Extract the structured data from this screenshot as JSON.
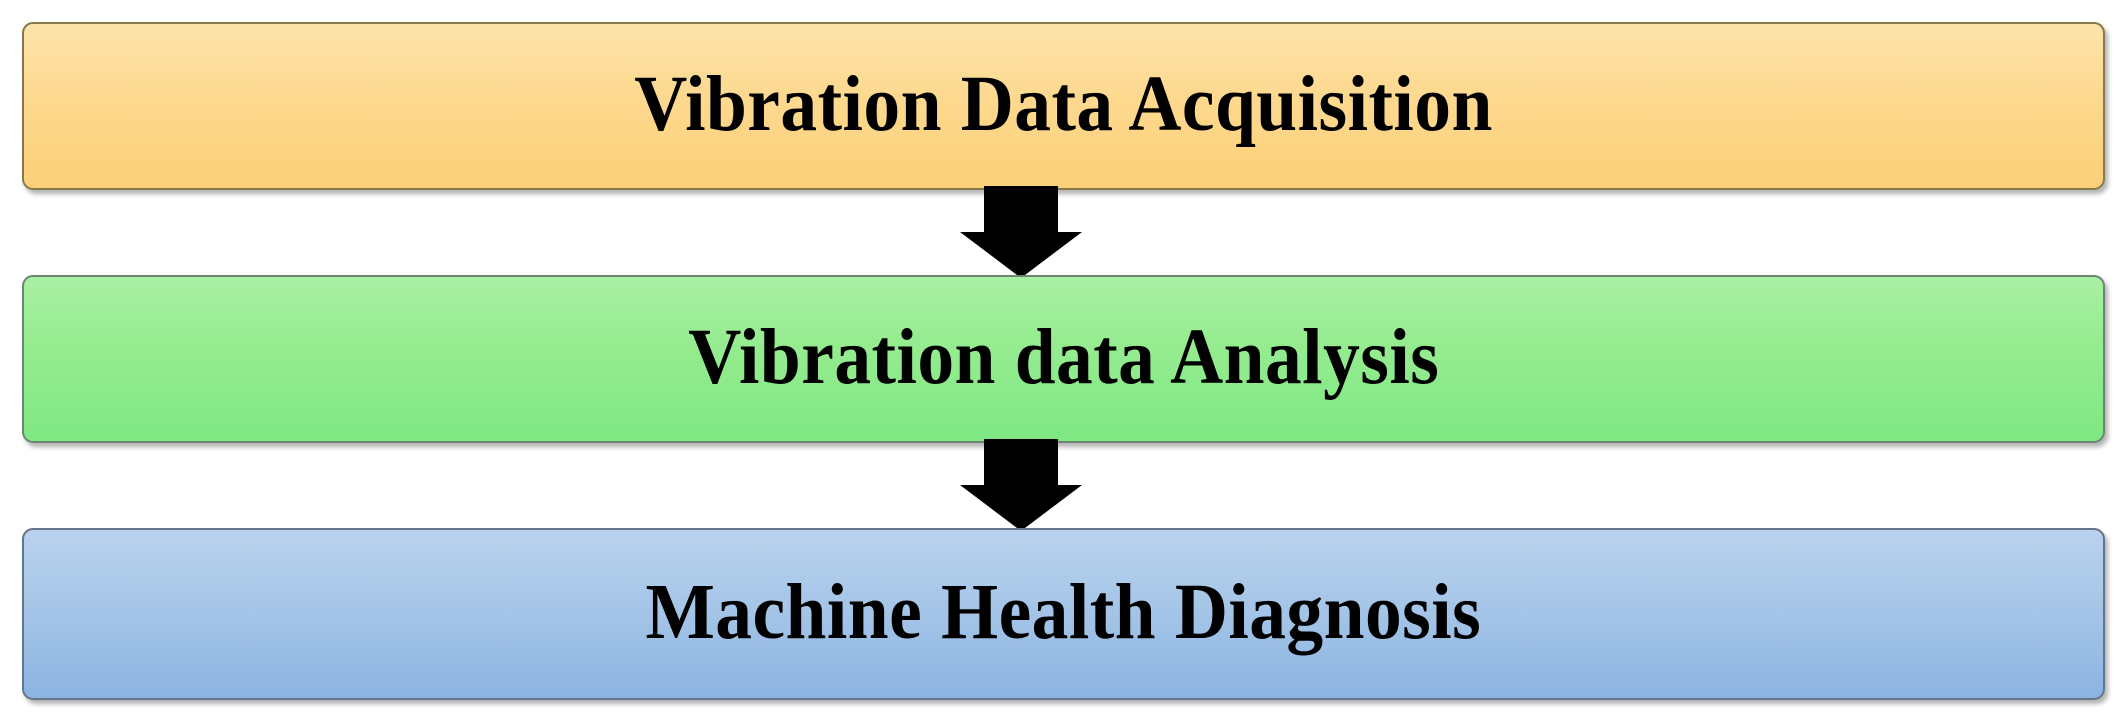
{
  "diagram": {
    "type": "vertical-flowchart",
    "title": "",
    "background_color": "#ffffff",
    "nodes": [
      {
        "id": "acquisition",
        "label": "Vibration Data Acquisition",
        "fill_top": "#fde3ab",
        "fill_bottom": "#fcd078",
        "border_color": "#86794d",
        "order": 1
      },
      {
        "id": "analysis",
        "label": "Vibration data Analysis",
        "fill_top": "#a9f0a4",
        "fill_bottom": "#7ee882",
        "border_color": "#6f8471",
        "order": 2
      },
      {
        "id": "diagnosis",
        "label": "Machine Health Diagnosis",
        "fill_top": "#bad2ee",
        "fill_bottom": "#8cb4e1",
        "border_color": "#63748c",
        "order": 3
      }
    ],
    "connectors": [
      {
        "id": "arrow-acquisition-to-analysis",
        "icon": "down-block-arrow-icon",
        "color": "#000000",
        "from": "acquisition",
        "to": "analysis"
      },
      {
        "id": "arrow-analysis-to-diagnosis",
        "icon": "down-block-arrow-icon",
        "color": "#000000",
        "from": "analysis",
        "to": "diagnosis"
      }
    ]
  }
}
